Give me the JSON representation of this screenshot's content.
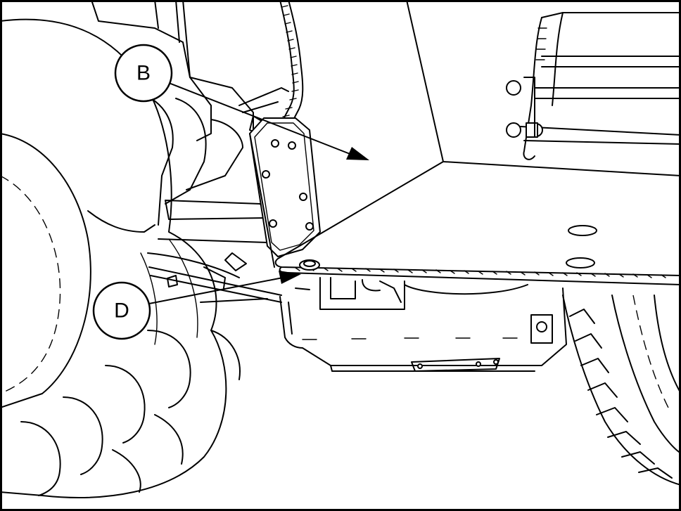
{
  "callouts": [
    {
      "id": "B",
      "label": "B"
    },
    {
      "id": "D",
      "label": "D"
    }
  ],
  "colors": {
    "ink": "#000000",
    "paper": "#ffffff"
  }
}
